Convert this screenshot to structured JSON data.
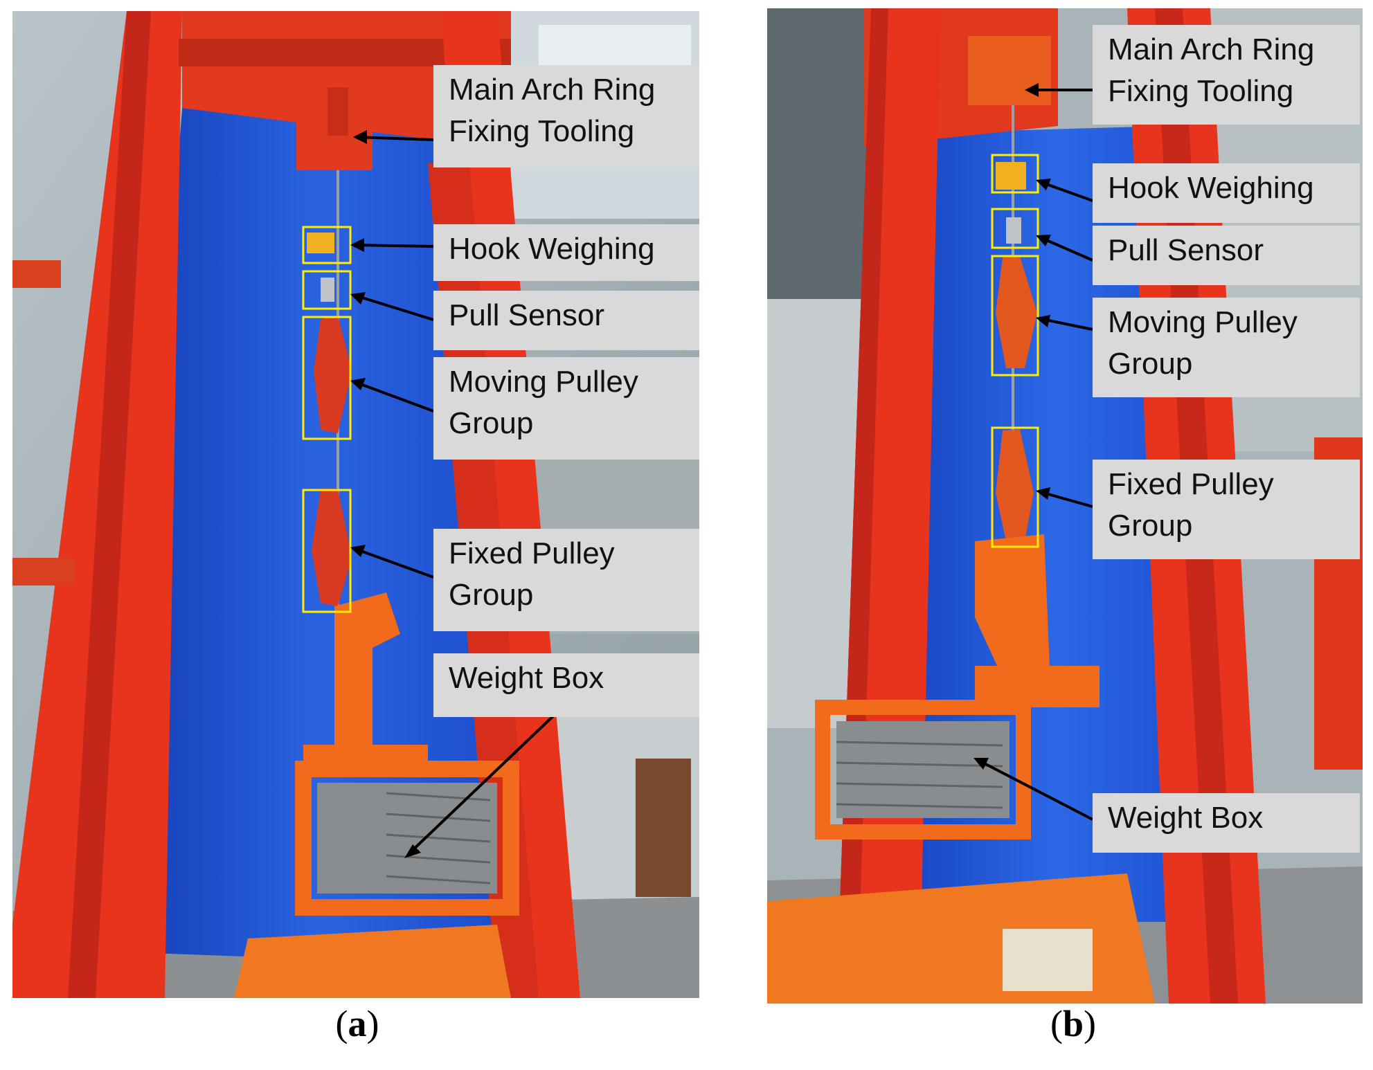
{
  "panel_a": {
    "labels": {
      "main_arch": [
        "Main Arch Ring",
        "Fixing Tooling"
      ],
      "hook": [
        "Hook Weighing"
      ],
      "pull": [
        "Pull Sensor"
      ],
      "moving": [
        "Moving Pulley",
        "Group"
      ],
      "fixed": [
        "Fixed Pulley",
        "Group"
      ],
      "weight": [
        "Weight Box"
      ]
    },
    "caption_letter": "a"
  },
  "panel_b": {
    "labels": {
      "main_arch": [
        "Main Arch Ring",
        "Fixing Tooling"
      ],
      "hook": [
        "Hook Weighing"
      ],
      "pull": [
        "Pull Sensor"
      ],
      "moving": [
        "Moving Pulley",
        "Group"
      ],
      "fixed": [
        "Fixed Pulley",
        "Group"
      ],
      "weight": [
        "Weight Box"
      ]
    },
    "caption_letter": "b"
  },
  "colors": {
    "frame_red": "#e8341c",
    "curtain_blue": "#1f55d6",
    "box_orange": "#f26a1b",
    "callout_gray": "#d9d9d9",
    "highlight_yellow": "#ffee00"
  }
}
